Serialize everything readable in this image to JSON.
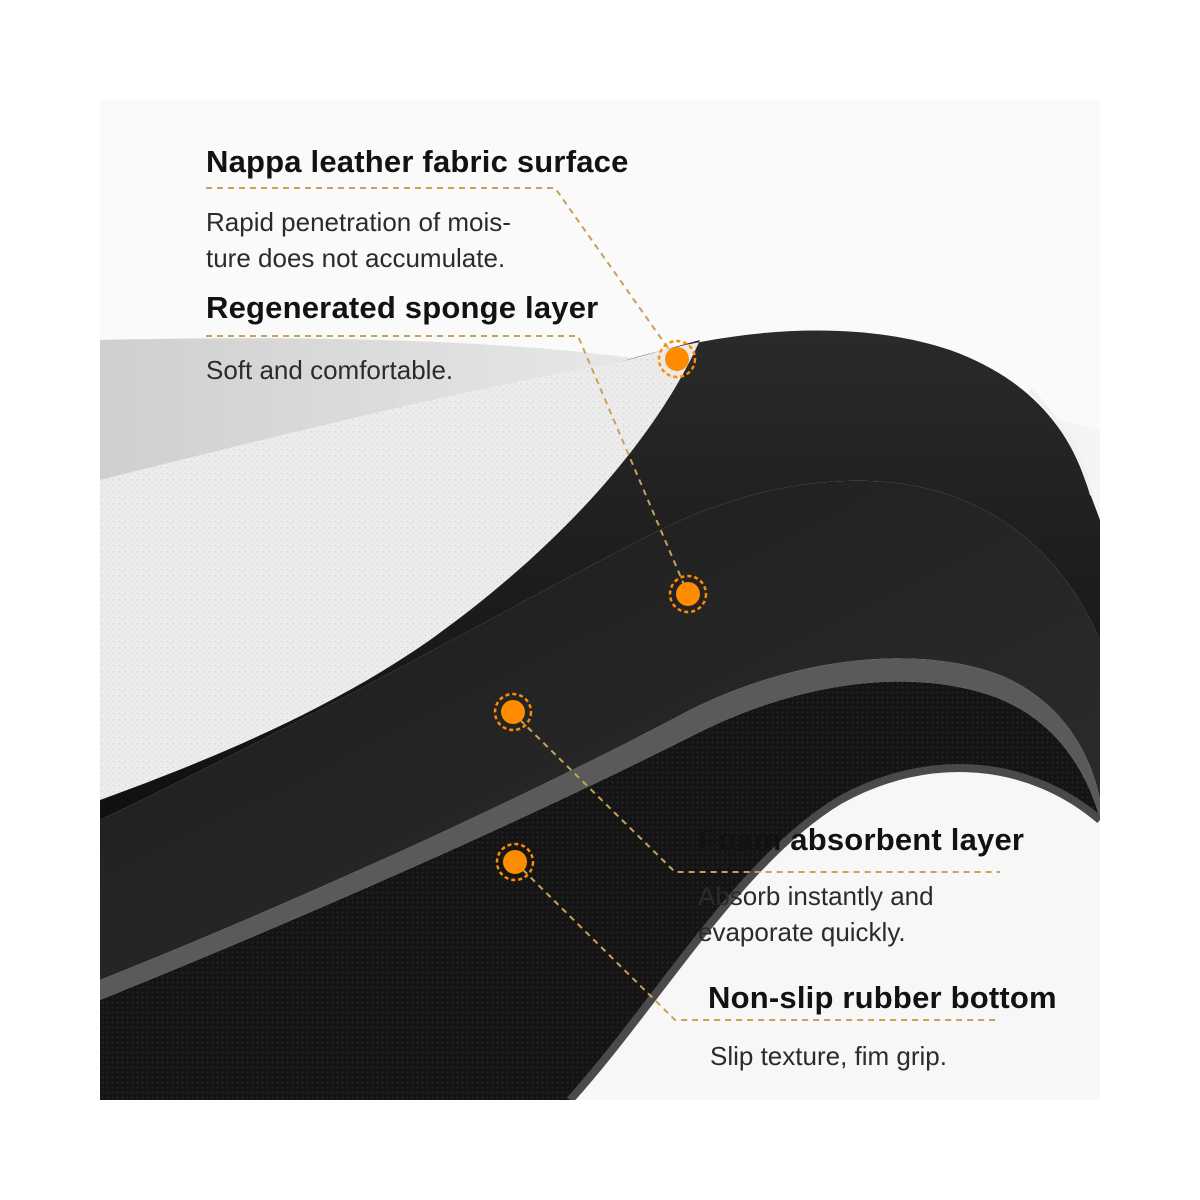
{
  "labels": [
    {
      "title": "Nappa leather fabric surface",
      "description": "Rapid penetration of mois-\nture does not accumulate."
    },
    {
      "title": "Regenerated sponge layer",
      "description": "Soft and comfortable."
    },
    {
      "title": "Foam absorbent layer",
      "description": "Absorb instantly and\nevaporate quickly."
    },
    {
      "title": "Non-slip rubber bottom",
      "description": "Slip texture, fim grip."
    }
  ],
  "colors": {
    "marker": "#ff8c00",
    "leader_line": "#c8a15a",
    "mat_black": "#161616",
    "sponge_white": "#e9e9e9"
  }
}
